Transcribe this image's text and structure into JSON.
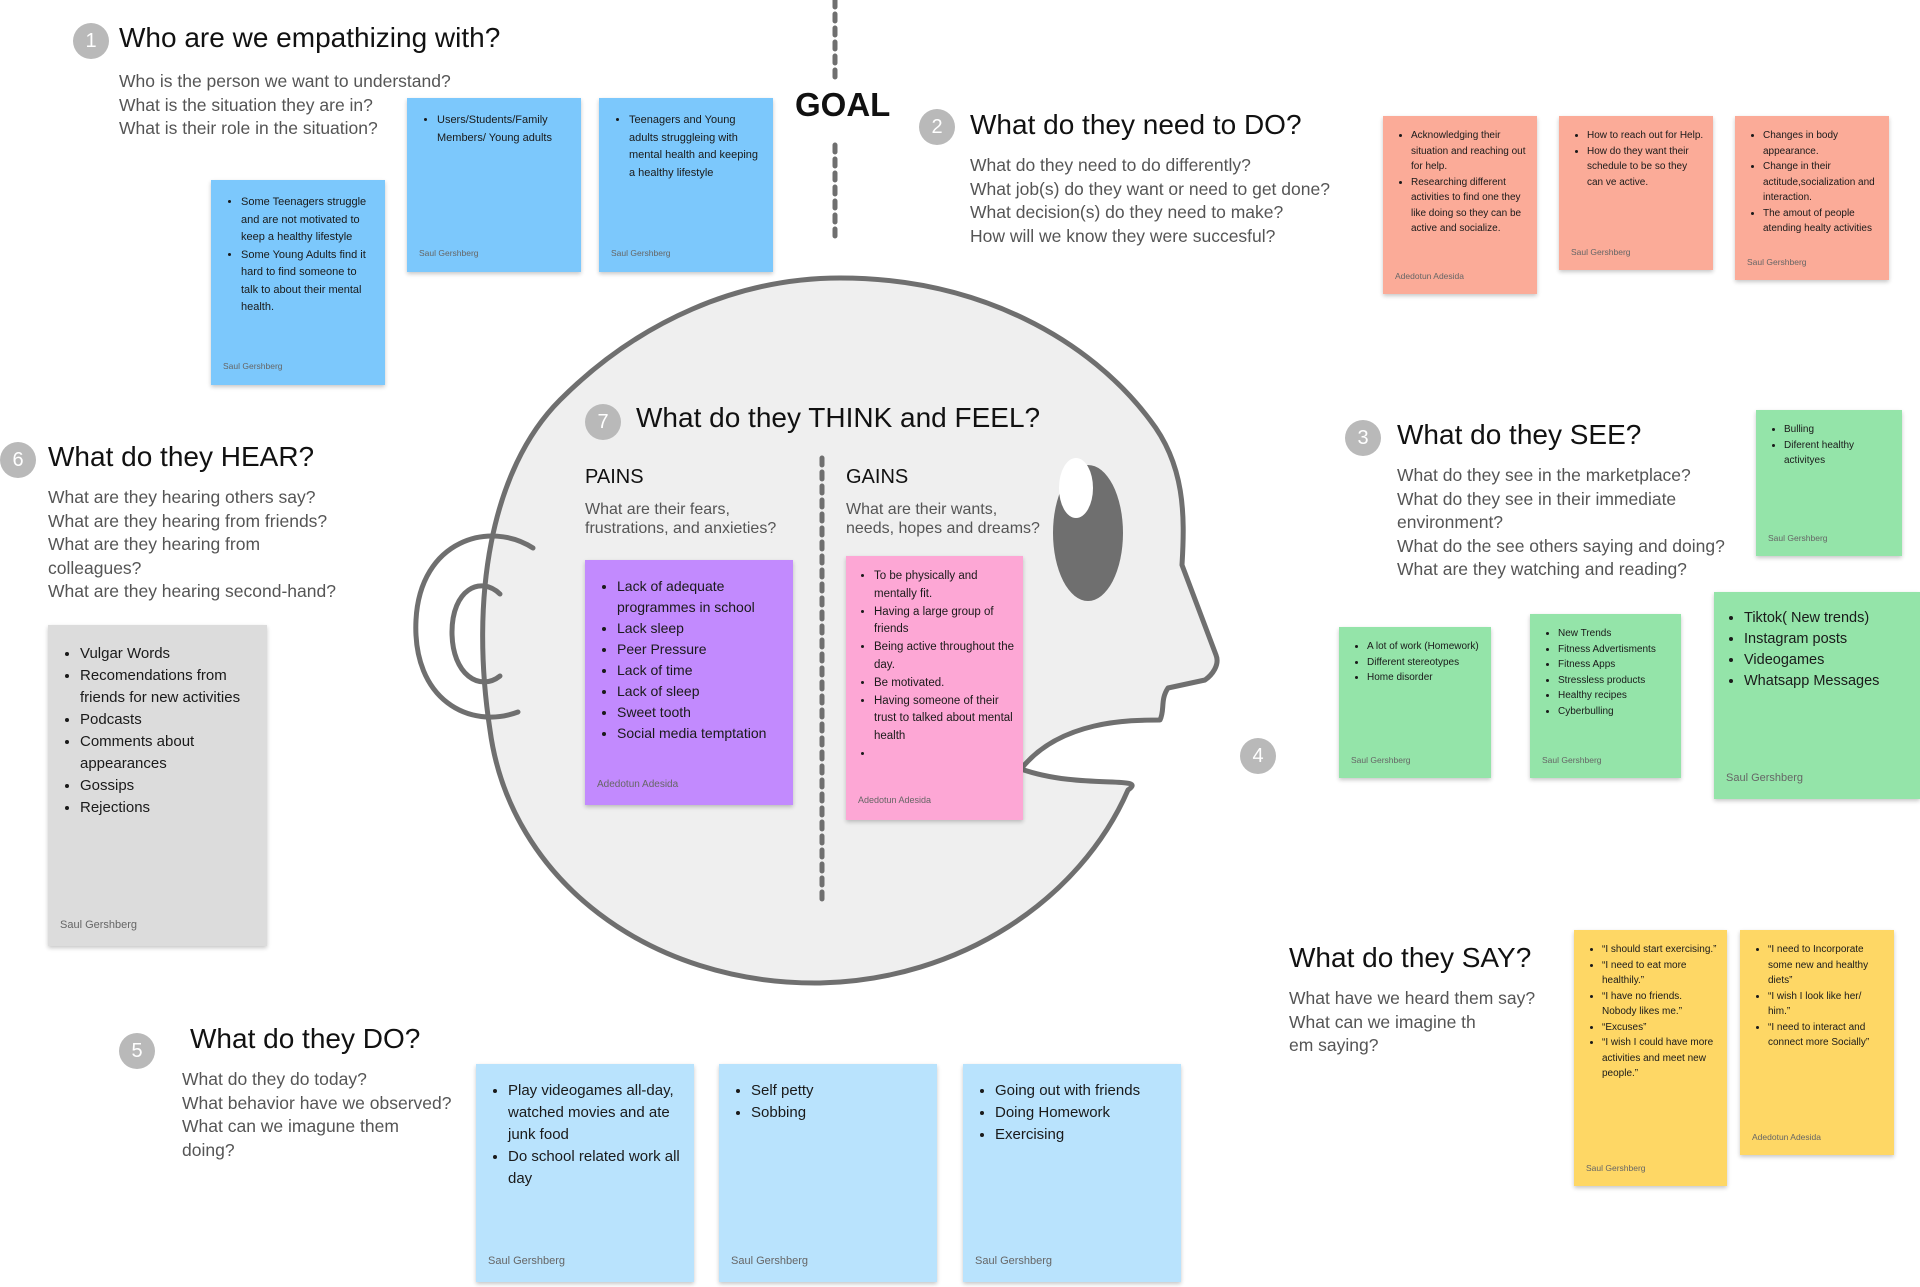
{
  "goal": "GOAL",
  "s1": {
    "num": "1",
    "title": "Who are we empathizing with?",
    "questions": [
      "Who is the person we want to understand?",
      "What is the situation they are in?",
      "What is their role in the situation?"
    ],
    "notes": [
      {
        "items": [
          "Users/Students/Family Members/ Young adults"
        ],
        "author": "Saul Gershberg"
      },
      {
        "items": [
          "Teenagers and Young adults struggleing with mental health and keeping a healthy lifestyle"
        ],
        "author": "Saul Gershberg"
      },
      {
        "items": [
          "Some Teenagers struggle and are not motivated to keep a healthy lifestyle",
          "Some Young Adults find it hard to find someone to talk to about their mental health."
        ],
        "author": "Saul Gershberg"
      }
    ]
  },
  "s2": {
    "num": "2",
    "title": "What do they need to DO?",
    "questions": [
      "What do they need to do differently?",
      "What job(s) do they want or need to get done?",
      "What decision(s) do they need to make?",
      "How will we know they were succesful?"
    ],
    "notes": [
      {
        "items": [
          "Acknowledging their situation and reaching out for help.",
          "Researching different activities to find one they like doing so they can be active and socialize."
        ],
        "author": "Adedotun Adesida"
      },
      {
        "items": [
          "How to reach out for Help.",
          "How do they want their schedule to be so they can ve active."
        ],
        "author": "Saul Gershberg"
      },
      {
        "items": [
          "Changes in body appearance.",
          "Change in their actitude,socialization and interaction.",
          "The amout of people atending healty activities"
        ],
        "author": "Saul Gershberg"
      }
    ]
  },
  "s3": {
    "num": "3",
    "title": "What do they SEE?",
    "questions": [
      "What do they see in the marketplace?",
      "What do they see in their immediate",
      " environment?",
      "What do the see others saying and doing?",
      "What are they watching and reading?"
    ],
    "notes": [
      {
        "items": [
          "Bulling",
          "Diferent healthy activityes"
        ],
        "author": "Saul Gershberg"
      },
      {
        "items": [
          "A lot of work (Homework)",
          "Different stereotypes",
          "Home disorder"
        ],
        "author": "Saul Gershberg"
      },
      {
        "items": [
          "New Trends",
          "Fitness Advertisments",
          "Fitness Apps",
          "Stressless products",
          "Healthy recipes",
          "Cyberbulling"
        ],
        "author": "Saul Gershberg"
      },
      {
        "items": [
          "Tiktok( New trends)",
          "Instagram posts",
          "Videogames",
          "Whatsapp Messages"
        ],
        "author": "Saul Gershberg"
      }
    ]
  },
  "s4": {
    "num": "4",
    "title": "What do they SAY?",
    "questions": [
      "What have we heard them say?",
      "What can we imagine th",
      "em saying?"
    ],
    "notes": [
      {
        "items": [
          "“I should start exercising.”",
          "“I need to eat more healthily.”",
          "“I have no friends. Nobody likes me.”",
          "“Excuses”",
          "“I wish I could have more activities and meet new people.”"
        ],
        "author": "Saul Gershberg"
      },
      {
        "items": [
          "“I need to Incorporate some new and healthy diets”",
          "“I wish I look like her/ him.”",
          "“I need to interact and connect more Socially”"
        ],
        "author": "Adedotun Adesida"
      }
    ]
  },
  "s5": {
    "num": "5",
    "title": "What do they DO?",
    "questions": [
      "What do they do today?",
      "What behavior have we observed?",
      "What can we imagune them",
      "doing?"
    ],
    "notes": [
      {
        "items": [
          "Play videogames all-day, watched movies and ate junk food",
          "Do school related work all day"
        ],
        "author": "Saul Gershberg"
      },
      {
        "items": [
          "Self petty",
          "Sobbing"
        ],
        "author": "Saul Gershberg"
      },
      {
        "items": [
          "Going out with friends",
          "Doing Homework",
          "Exercising"
        ],
        "author": "Saul Gershberg"
      }
    ]
  },
  "s6": {
    "num": "6",
    "title": "What do they HEAR?",
    "questions": [
      "What are they hearing others say?",
      "What are they hearing from friends?",
      "What are they hearing from",
      "colleagues?",
      "What are they hearing second-hand?"
    ],
    "notes": [
      {
        "items": [
          "Vulgar Words",
          "Recomendations from friends for new activities",
          "Podcasts",
          "Comments about appearances",
          "Gossips",
          "Rejections"
        ],
        "author": "Saul Gershberg"
      }
    ]
  },
  "s7": {
    "num": "7",
    "title": "What do they THINK and FEEL?",
    "pains": {
      "heading": "PAINS",
      "questions": [
        "What are their fears,",
        "frustrations, and anxieties?"
      ],
      "note": {
        "items": [
          "Lack  of adequate programmes in school",
          "Lack  sleep",
          "Peer Pressure",
          "Lack of time",
          "Lack of sleep",
          "Sweet tooth",
          "Social media temptation"
        ],
        "author": "Adedotun Adesida"
      }
    },
    "gains": {
      "heading": "GAINS",
      "questions": [
        "What are their wants,",
        "needs, hopes and dreams?"
      ],
      "note": {
        "items": [
          "To be physically and mentally fit.",
          "Having a large group of friends",
          "Being active throughout the day.",
          "Be motivated.",
          "Having someone of their trust to talked about mental health",
          ""
        ],
        "author": "Adedotun Adesida"
      }
    }
  },
  "colors": {
    "blue": "#7cc8fc",
    "lightblue": "#b9e3fd",
    "salmon": "#fbab98",
    "green": "#94e4a9",
    "yellow": "#fed765",
    "grey": "#dcdcdc",
    "purple": "#c28afe",
    "pink": "#fda7d5",
    "head_fill": "#efefef",
    "outline": "#6f6f6f",
    "badge": "#b9b9b9"
  }
}
